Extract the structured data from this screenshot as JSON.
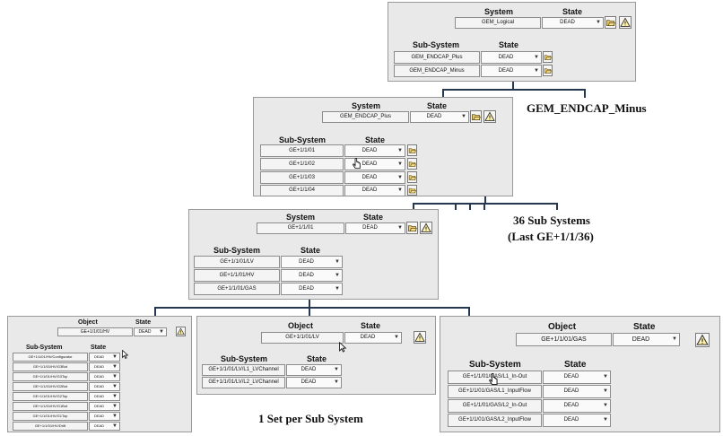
{
  "text_state": "State",
  "text_system": "System",
  "text_subsystem": "Sub-System",
  "text_object": "Object",
  "val_dead": "DEAD",
  "logical": {
    "system_name": "GEM_Logical",
    "rows": [
      "GEM_ENDCAP_Plus",
      "GEM_ENDCAP_Minus"
    ]
  },
  "endcap": {
    "system_name": "GEM_ENDCAP_Plus",
    "rows": [
      "GE+1/1/01",
      "GE+1/1/02",
      "GE+1/1/03",
      "GE+1/1/04"
    ]
  },
  "chamber": {
    "system_name": "GE+1/1/01",
    "rows": [
      "GE+1/1/01/LV",
      "GE+1/1/01/HV",
      "GE+1/1/01/GAS"
    ]
  },
  "hv": {
    "object_name": "GE+1/1/01/HV",
    "rows": [
      "GE+1/1/01/HV/Configurator",
      "GE+1/1/01/HV/G3Bot",
      "GE+1/1/01/HV/G3Top",
      "GE+1/1/01/HV/G2Bot",
      "GE+1/1/01/HV/G2Top",
      "GE+1/1/01/HV/G1Bot",
      "GE+1/1/01/HV/G1Top",
      "GE+1/1/01/HV/Drift"
    ]
  },
  "lv": {
    "object_name": "GE+1/1/01/LV",
    "rows": [
      "GE+1/1/01/LV/L1_LVChannel",
      "GE+1/1/01/LV/L2_LVChannel"
    ]
  },
  "gas": {
    "object_name": "GE+1/1/01/GAS",
    "rows": [
      "GE+1/1/01/GAS/L1_In-Out",
      "GE+1/1/01/GAS/L1_InputFlow",
      "GE+1/1/01/GAS/L2_In-Out",
      "GE+1/1/01/GAS/L2_InputFlow"
    ]
  },
  "annotations": {
    "minus": "GEM_ENDCAP_Minus",
    "subsystems_1": "36 Sub Systems",
    "subsystems_2": "(Last GE+1/1/36)",
    "set_per": "1 Set per Sub System"
  },
  "icons": {
    "node_button": "folder-open-icon",
    "warning_button": "warning-triangle-icon",
    "pointer": "mouse-pointer-icon"
  }
}
